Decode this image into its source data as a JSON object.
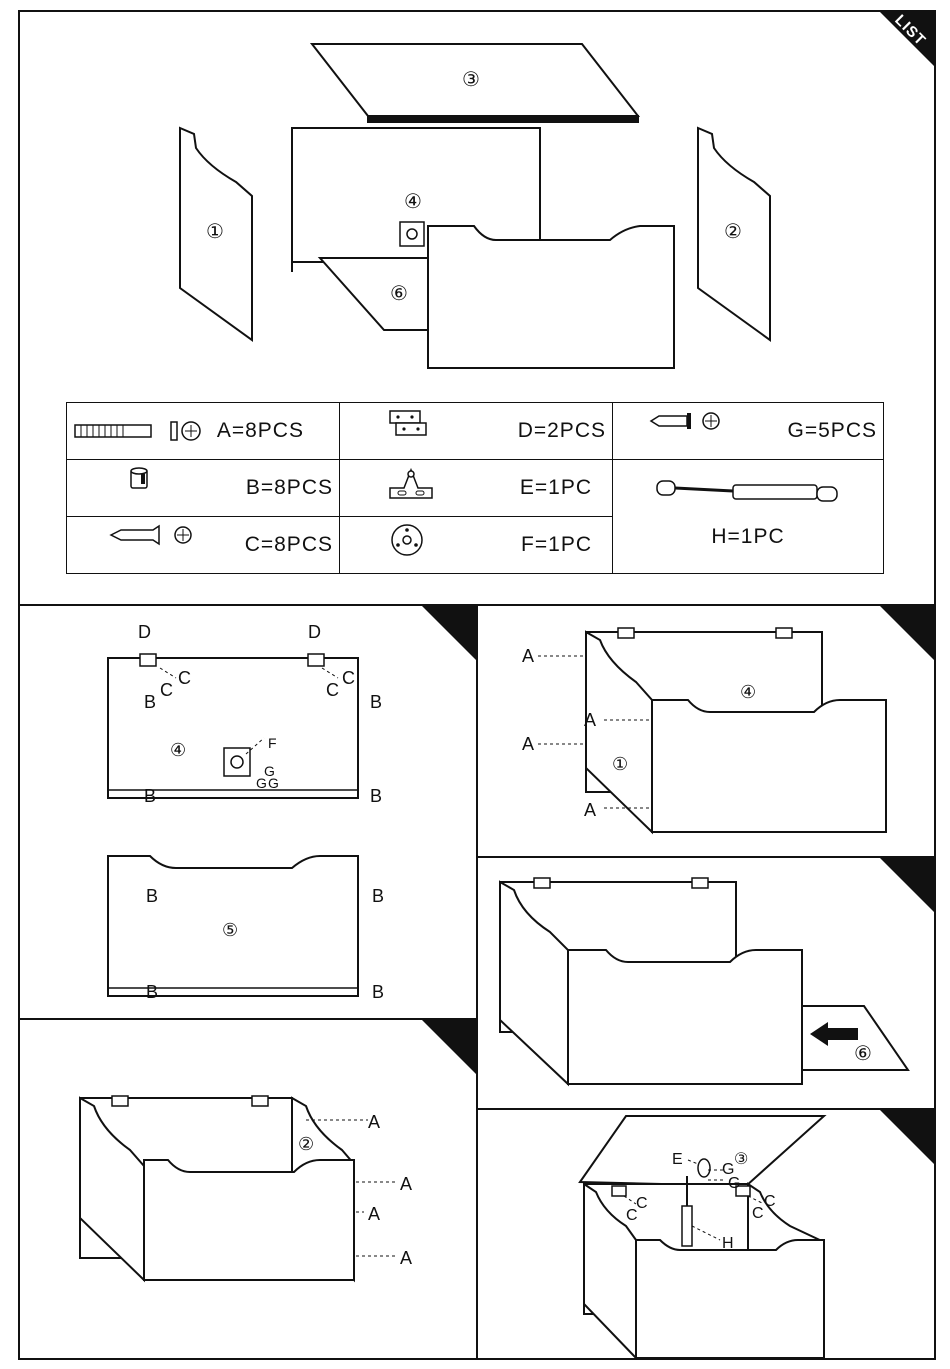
{
  "list_tag": "LIST",
  "parts": [
    {
      "id": "A",
      "qty": "A=8PCS",
      "icon": "bolt-with-cross-icon"
    },
    {
      "id": "D",
      "qty": "D=2PCS",
      "icon": "hinge-icon"
    },
    {
      "id": "G",
      "qty": "G=5PCS",
      "icon": "short-screw-icon"
    },
    {
      "id": "B",
      "qty": "B=8PCS",
      "icon": "cam-lock-icon"
    },
    {
      "id": "E",
      "qty": "E=1PC",
      "icon": "bracket-icon"
    },
    {
      "id": "H",
      "qty": "H=1PC",
      "icon": "gas-strut-icon"
    },
    {
      "id": "C",
      "qty": "C=8PCS",
      "icon": "screw-icon"
    },
    {
      "id": "F",
      "qty": "F=1PC",
      "icon": "round-plate-icon"
    }
  ],
  "panel_numbers": {
    "p1": "①",
    "p2": "②",
    "p3": "③",
    "p4": "④",
    "p5": "⑤",
    "p6": "⑥"
  },
  "letters": {
    "A": "A",
    "B": "B",
    "C": "C",
    "D": "D",
    "E": "E",
    "F": "F",
    "G": "G",
    "H": "H"
  }
}
